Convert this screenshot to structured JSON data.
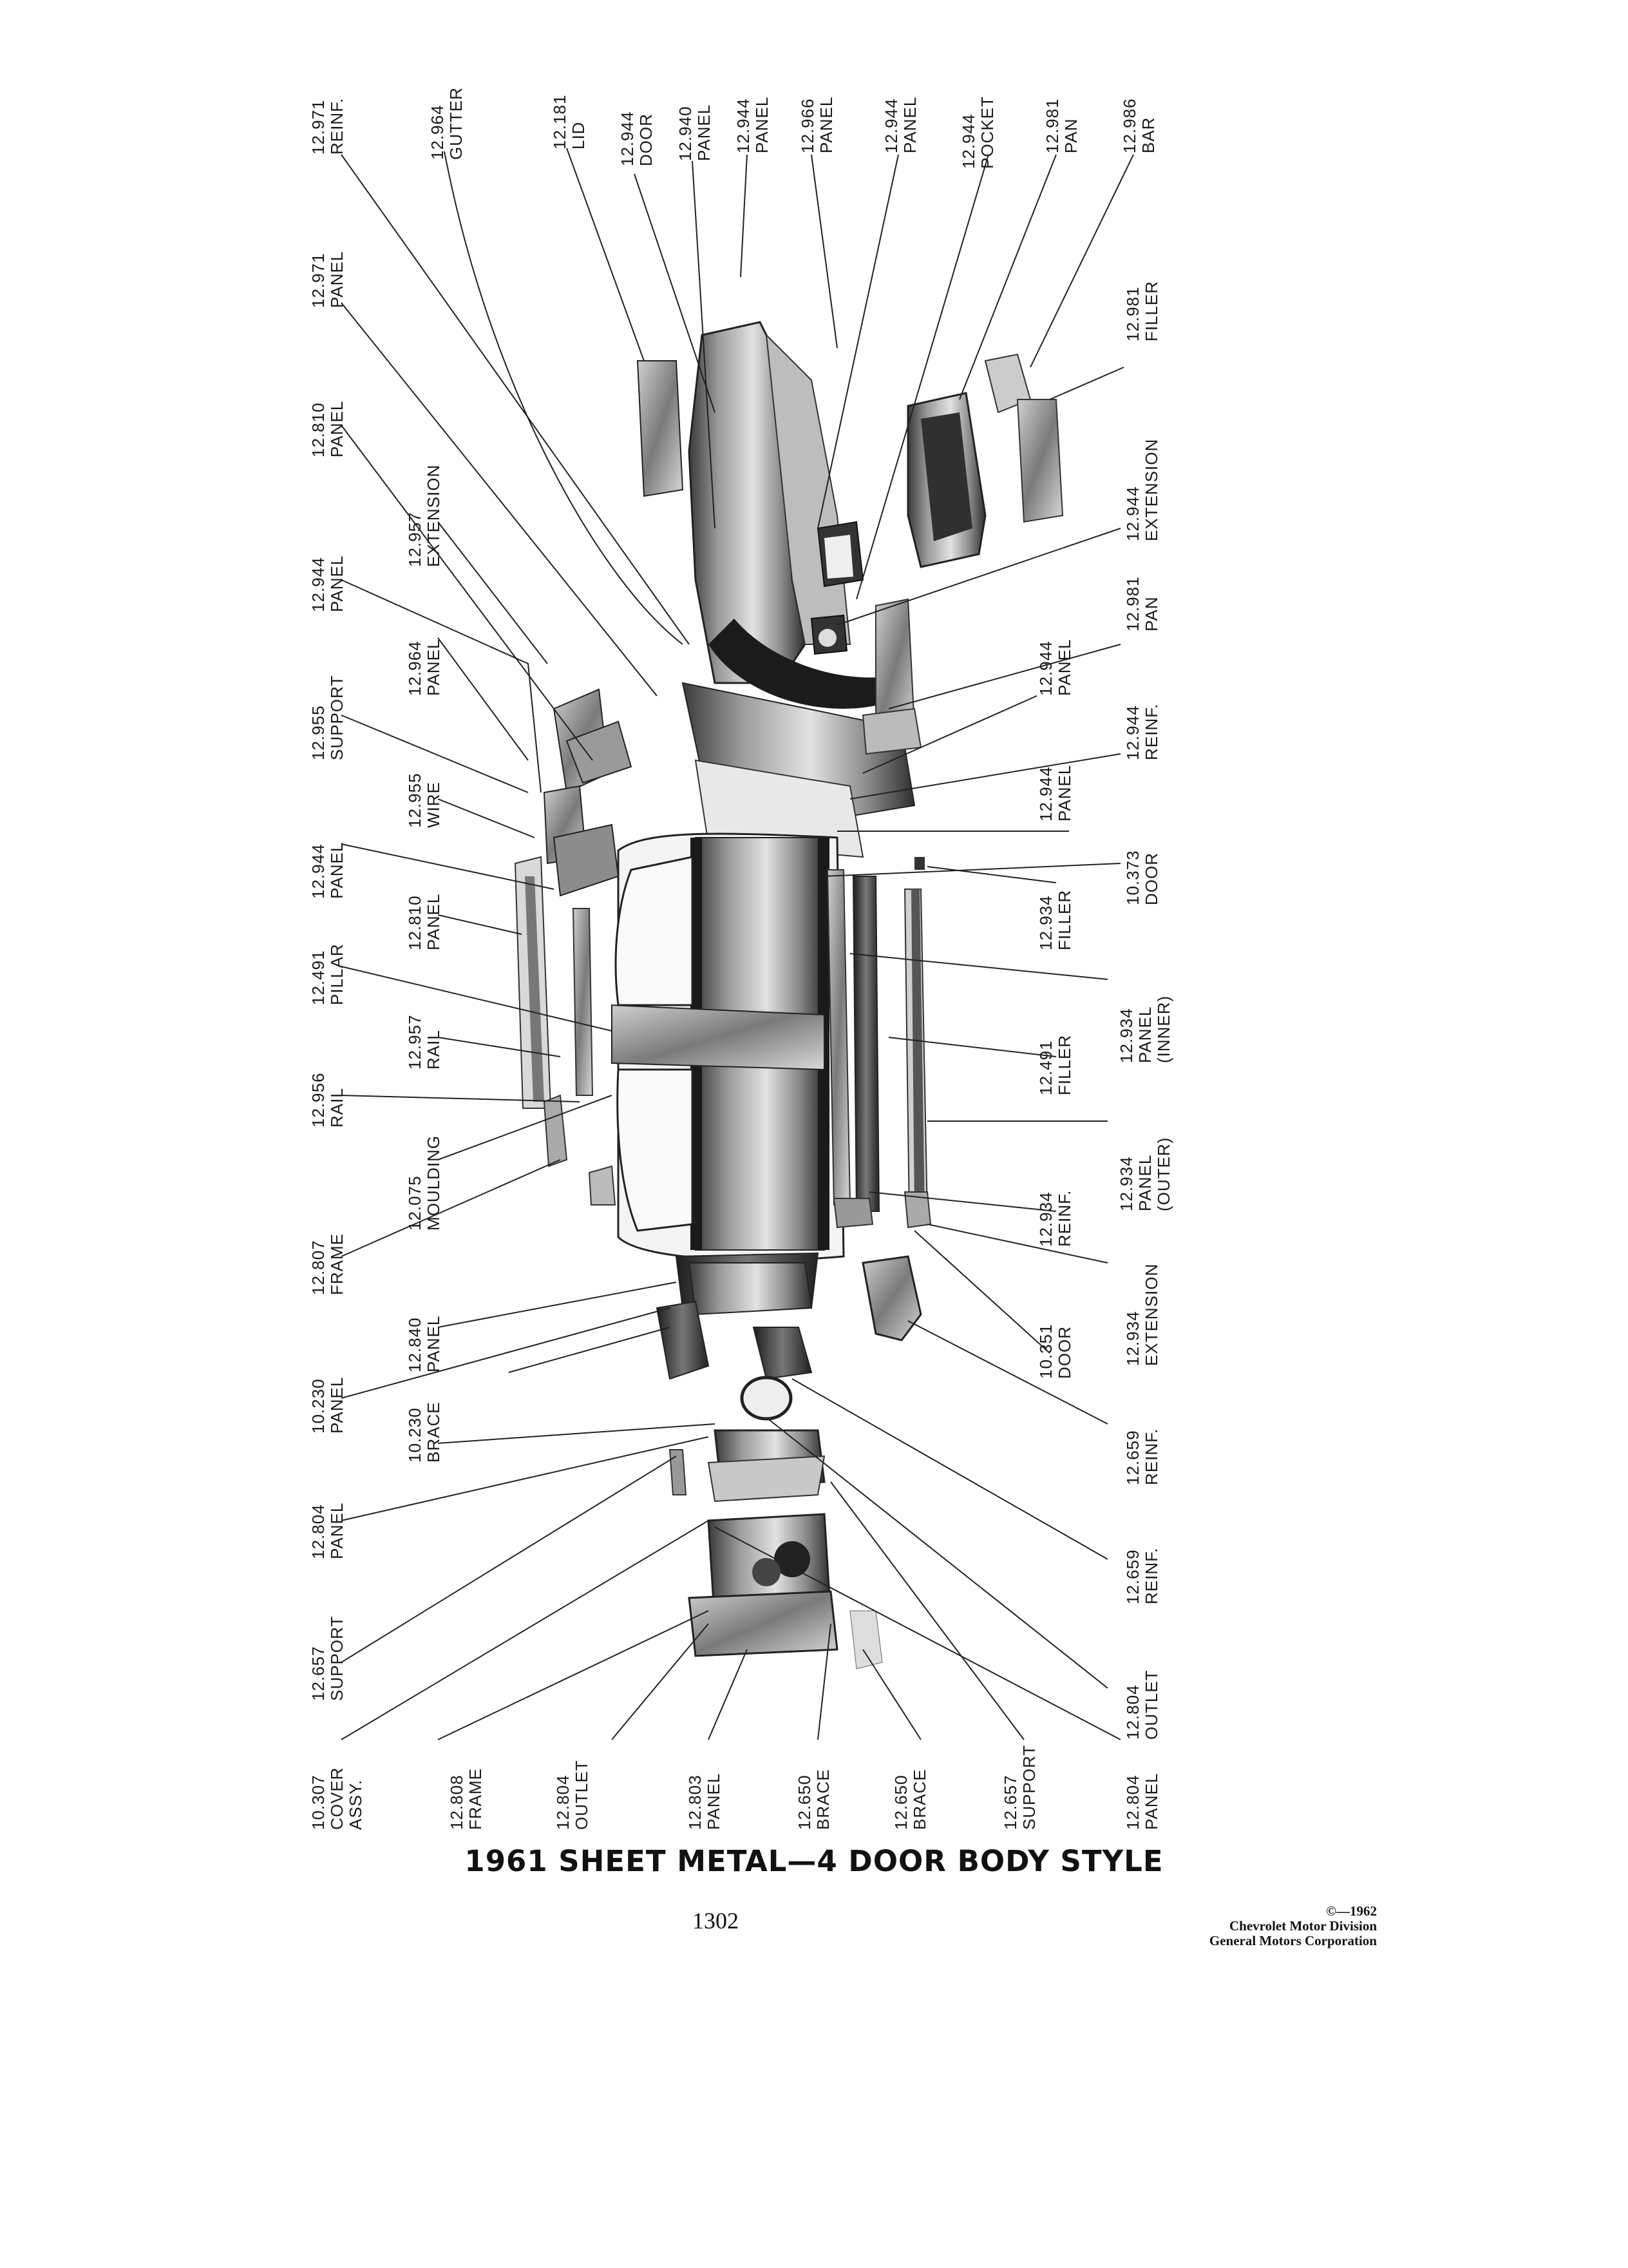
{
  "figure": {
    "title": "1961 SHEET METAL—4 DOOR BODY STYLE",
    "page_number": "1302",
    "copyright": {
      "symbol_year": "©—1962",
      "division": "Chevrolet Motor Division",
      "corporation": "General Motors Corporation"
    }
  },
  "labels": [
    {
      "id": "lbl-1",
      "num": "12.971",
      "name": "REINF."
    },
    {
      "id": "lbl-2",
      "num": "12.964",
      "name": "GUTTER"
    },
    {
      "id": "lbl-3",
      "num": "12.181",
      "name": "LID"
    },
    {
      "id": "lbl-4",
      "num": "12.944",
      "name": "DOOR"
    },
    {
      "id": "lbl-5",
      "num": "12.940",
      "name": "PANEL"
    },
    {
      "id": "lbl-6",
      "num": "12.944",
      "name": "PANEL"
    },
    {
      "id": "lbl-7",
      "num": "12.966",
      "name": "PANEL"
    },
    {
      "id": "lbl-8",
      "num": "12.944",
      "name": "PANEL"
    },
    {
      "id": "lbl-9",
      "num": "12.944",
      "name": "POCKET"
    },
    {
      "id": "lbl-10",
      "num": "12.981",
      "name": "PAN"
    },
    {
      "id": "lbl-11",
      "num": "12.986",
      "name": "BAR"
    },
    {
      "id": "lbl-12",
      "num": "12.971",
      "name": "PANEL"
    },
    {
      "id": "lbl-13",
      "num": "12.981",
      "name": "FILLER"
    },
    {
      "id": "lbl-14",
      "num": "12.810",
      "name": "PANEL"
    },
    {
      "id": "lbl-15",
      "num": "12.957",
      "name": "EXTENSION"
    },
    {
      "id": "lbl-16",
      "num": "12.944",
      "name": "EXTENSION"
    },
    {
      "id": "lbl-17",
      "num": "12.944",
      "name": "PANEL"
    },
    {
      "id": "lbl-18",
      "num": "12.964",
      "name": "PANEL"
    },
    {
      "id": "lbl-19",
      "num": "12.981",
      "name": "PAN"
    },
    {
      "id": "lbl-20",
      "num": "12.944",
      "name": "PANEL"
    },
    {
      "id": "lbl-21",
      "num": "12.955",
      "name": "SUPPORT"
    },
    {
      "id": "lbl-22",
      "num": "12.944",
      "name": "REINF."
    },
    {
      "id": "lbl-23",
      "num": "12.955",
      "name": "WIRE"
    },
    {
      "id": "lbl-24",
      "num": "12.944",
      "name": "PANEL"
    },
    {
      "id": "lbl-25",
      "num": "12.944",
      "name": "PANEL"
    },
    {
      "id": "lbl-26",
      "num": "10.373",
      "name": "DOOR"
    },
    {
      "id": "lbl-27",
      "num": "12.810",
      "name": "PANEL"
    },
    {
      "id": "lbl-28",
      "num": "12.934",
      "name": "FILLER"
    },
    {
      "id": "lbl-29",
      "num": "12.491",
      "name": "PILLAR"
    },
    {
      "id": "lbl-30",
      "num": "12.934",
      "name": "PANEL",
      "extra": "(INNER)"
    },
    {
      "id": "lbl-31",
      "num": "12.957",
      "name": "RAIL"
    },
    {
      "id": "lbl-32",
      "num": "12.491",
      "name": "FILLER"
    },
    {
      "id": "lbl-33",
      "num": "12.956",
      "name": "RAIL"
    },
    {
      "id": "lbl-34",
      "num": "12.934",
      "name": "PANEL",
      "extra": "(OUTER)"
    },
    {
      "id": "lbl-35",
      "num": "12.075",
      "name": "MOULDING"
    },
    {
      "id": "lbl-36",
      "num": "12.934",
      "name": "REINF."
    },
    {
      "id": "lbl-37",
      "num": "12.807",
      "name": "FRAME"
    },
    {
      "id": "lbl-38",
      "num": "12.934",
      "name": "EXTENSION"
    },
    {
      "id": "lbl-39",
      "num": "12.840",
      "name": "PANEL"
    },
    {
      "id": "lbl-40",
      "num": "10.351",
      "name": "DOOR"
    },
    {
      "id": "lbl-41",
      "num": "10.230",
      "name": "PANEL"
    },
    {
      "id": "lbl-42",
      "num": "12.659",
      "name": "REINF."
    },
    {
      "id": "lbl-43",
      "num": "10.230",
      "name": "BRACE"
    },
    {
      "id": "lbl-44",
      "num": "12.804",
      "name": "PANEL"
    },
    {
      "id": "lbl-45",
      "num": "12.659",
      "name": "REINF."
    },
    {
      "id": "lbl-46",
      "num": "12.657",
      "name": "SUPPORT"
    },
    {
      "id": "lbl-47",
      "num": "12.804",
      "name": "OUTLET"
    },
    {
      "id": "lbl-48",
      "num": "10.307",
      "name": "COVER",
      "extra": "ASSY."
    },
    {
      "id": "lbl-49",
      "num": "12.808",
      "name": "FRAME"
    },
    {
      "id": "lbl-50",
      "num": "12.804",
      "name": "OUTLET"
    },
    {
      "id": "lbl-51",
      "num": "12.803",
      "name": "PANEL"
    },
    {
      "id": "lbl-52",
      "num": "12.650",
      "name": "BRACE"
    },
    {
      "id": "lbl-53",
      "num": "12.650",
      "name": "BRACE"
    },
    {
      "id": "lbl-54",
      "num": "12.657",
      "name": "SUPPORT"
    },
    {
      "id": "lbl-55",
      "num": "12.804",
      "name": "PANEL"
    }
  ]
}
